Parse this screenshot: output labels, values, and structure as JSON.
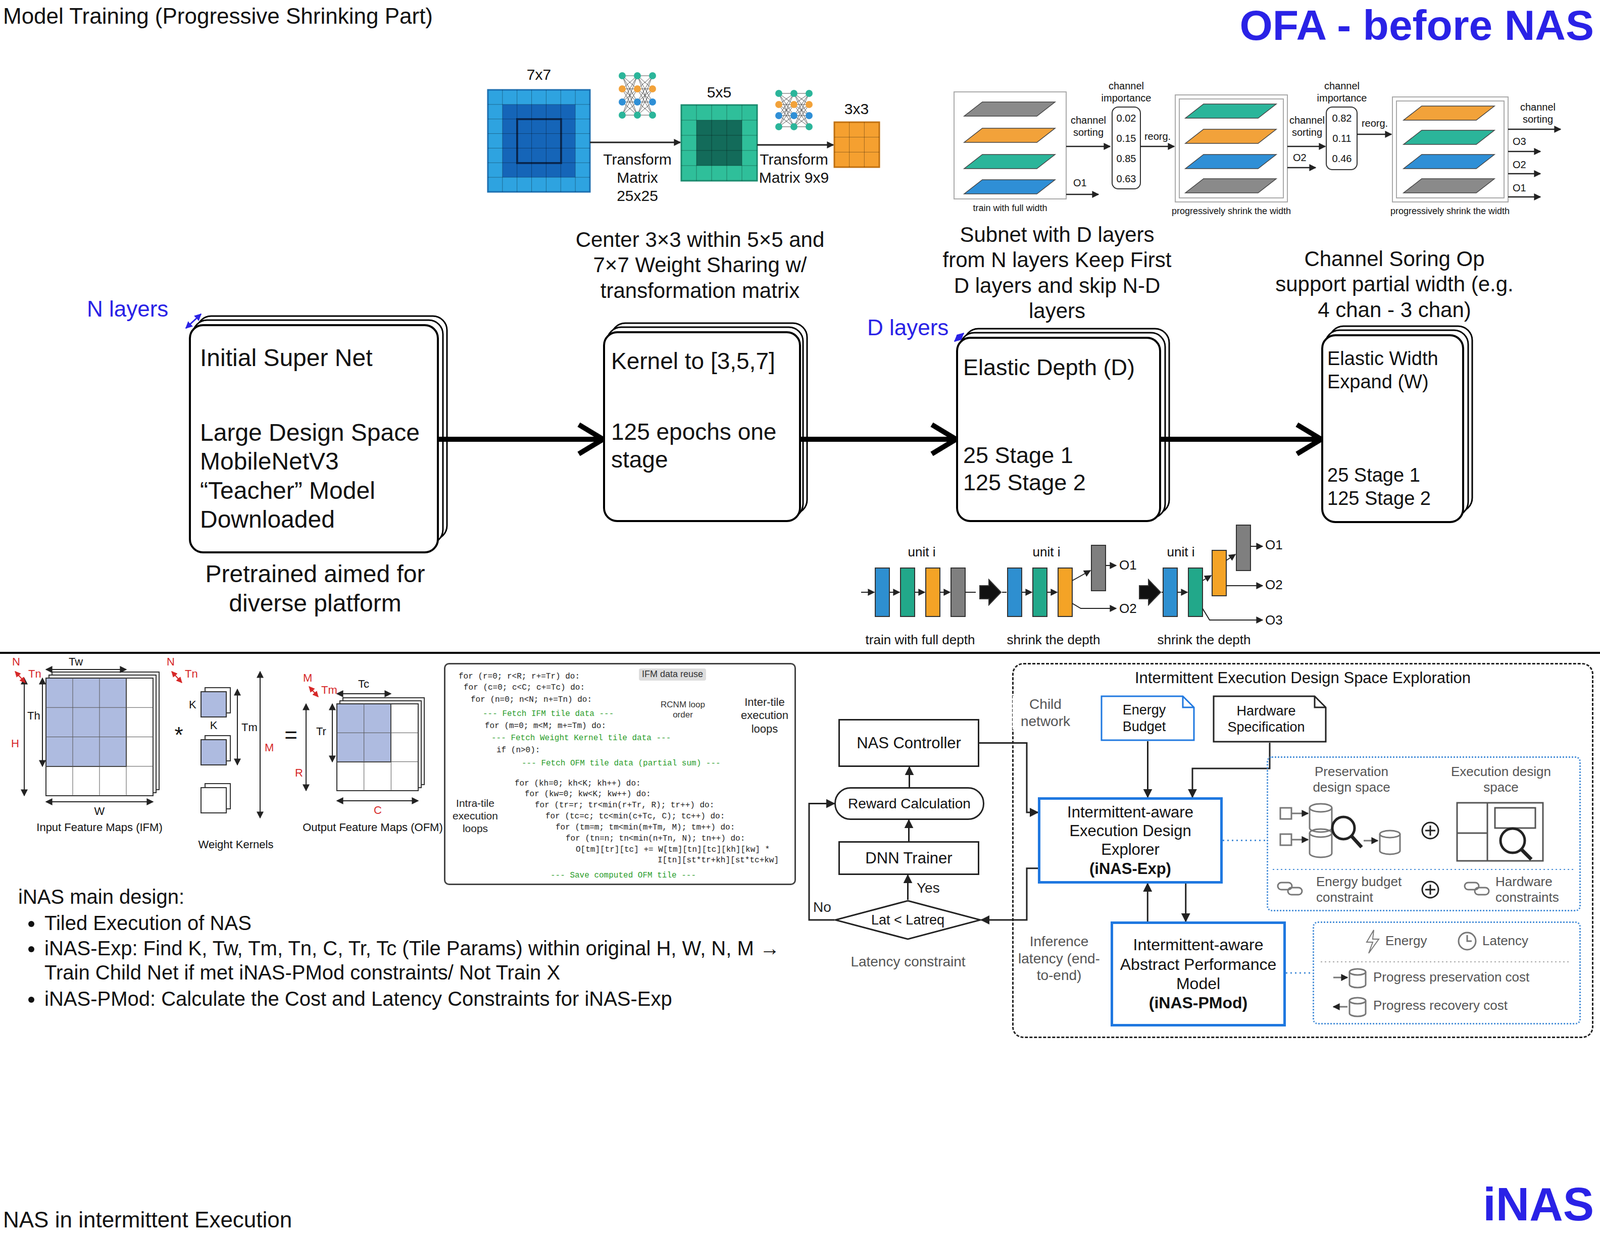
{
  "diagram": {
    "title": "OFA - before NAS",
    "nodes": [
      {
        "text": [
          "Initial Super Net",
          "Large Design Space",
          "MobileNetV3",
          "“Teacher” Model",
          "Downloaded"
        ]
      },
      {
        "text": [
          "Kernel to [3,5,7]",
          "125 epochs one stage"
        ]
      },
      {
        "text": [
          "Elastic Depth (D)",
          "25 Stage 1",
          "125 Stage 2"
        ]
      },
      {
        "text": [
          "Elastic Width Expand (W)",
          "25 Stage 1",
          "125 Stage 2"
        ]
      },
      {
        "text": [
          "for (r=0; r<R; r+=Tr) do:",
          "for (c=0; c<C; c+=Tc) do:",
          "for (n=0; n<N; n+=Tn) do:",
          "--- Fetch IFM tile data ---",
          "for (m=0; m<M; m+=Tm) do:",
          "--- Fetch Weight Kernel tile data ---",
          "if (n>0):",
          "--- Fetch OFM tile data (partial sum) ---",
          "for (kh=0; kh<K; kh++) do:",
          "for (kw=0; kw<K; kw++) do:",
          "for (tr=r; tr<min(r+Tr, R); tr++) do:",
          "for (tc=c; tc<min(c+Tc, C); tc++) do:",
          "for (tm=m; tm<min(m+Tm, M); tm++) do:",
          "for (tn=n; tn<min(n+Tn, N); tn++) do:",
          "O[tm][tr][tc] += W[tm][tn][tc][kh][kw] *",
          "I[tn][st*tr+kh][st*tc+kw]",
          "--- Save computed OFM tile ---",
          "IFM data reuse",
          "RCNM loop order",
          "Inter-tile execution loops",
          "Intra-tile execution loops"
        ]
      },
      {
        "text": [
          "NAS Controller"
        ]
      },
      {
        "text": [
          "Reward Calculation"
        ]
      },
      {
        "text": [
          "DNN Trainer"
        ]
      },
      {
        "text": [
          "Lat < Latreq"
        ]
      },
      {
        "text": [
          "Intermittent Execution Design Space Exploration"
        ]
      },
      {
        "text": [
          "Energy Budget"
        ],
        "in": 9
      },
      {
        "text": [
          "Hardware Specification"
        ],
        "in": 9
      },
      {
        "text": [
          "Intermittent-aware Execution Design Explorer",
          "(iNAS-Exp)"
        ],
        "in": 9
      },
      {
        "text": [
          "Intermittent-aware Abstract Performance Model",
          "(iNAS-PMod)"
        ],
        "in": 9
      },
      {
        "text": [
          "Preservation design space",
          "Execution design space",
          "Energy budget constraint",
          "Hardware constraints"
        ],
        "in": 9
      },
      {
        "text": [
          "Energy",
          "Latency",
          "Progress preservation cost",
          "Progress recovery cost"
        ],
        "in": 9
      }
    ],
    "edges": [
      {
        "from": 0,
        "to": 1,
        "arrow": "to"
      },
      {
        "from": 1,
        "to": 2,
        "arrow": "to"
      },
      {
        "from": 2,
        "to": 3,
        "arrow": "to"
      },
      {
        "from": 5,
        "to": 12,
        "arrow": "to",
        "label": "Child network"
      },
      {
        "from": 12,
        "to": 8,
        "arrow": "to",
        "label": "Inference latency (end-to-end)"
      },
      {
        "from": 8,
        "to": 7,
        "arrow": "to",
        "label": "Yes"
      },
      {
        "from": 7,
        "to": 6,
        "arrow": "to"
      },
      {
        "from": 6,
        "to": 5,
        "arrow": "to"
      },
      {
        "from": 8,
        "to": 6,
        "arrow": "to",
        "label": "No"
      },
      {
        "from": 10,
        "to": 12,
        "arrow": "to"
      },
      {
        "from": 11,
        "to": 12,
        "arrow": "to"
      },
      {
        "from": 12,
        "to": 13,
        "arrow": "to"
      },
      {
        "from": 13,
        "to": 12,
        "arrow": "to"
      },
      {
        "from": 12,
        "to": 14,
        "arrow": "none"
      },
      {
        "from": 13,
        "to": 15,
        "arrow": "none"
      }
    ],
    "labels": [
      "Model Training (Progressive Shrinking Part)",
      "N layers",
      "Pretrained aimed for diverse platform",
      "7x7",
      "5x5",
      "3x3",
      "Transform Matrix 25x25",
      "Transform Matrix 9x9",
      "Center 3×3 within 5×5 and 7×7 Weight Sharing w/ transformation matrix",
      "D layers",
      "Subnet with D layers from N layers Keep First D layers and skip N-D layers",
      "Channel Soring Op support partial width (e.g. 4 chan - 3 chan)",
      "channel importance",
      "0.02",
      "0.15",
      "0.85",
      "0.63",
      "channel sorting",
      "reorg.",
      "O1",
      "train with full width",
      "channel importance",
      "0.82",
      "0.11",
      "0.46",
      "channel sorting",
      "reorg.",
      "O2",
      "progressively shrink the width",
      "channel sorting",
      "O3",
      "O2",
      "O1",
      "progressively shrink the width",
      "unit i",
      "unit i",
      "O1",
      "O2",
      "unit i",
      "O1",
      "O2",
      "O3",
      "train with full depth",
      "shrink the depth",
      "shrink the depth",
      "N",
      "Tn",
      "Tw",
      "Th",
      "H",
      "W",
      "Input Feature Maps (IFM)",
      "*",
      "N",
      "Tn",
      "K",
      "K",
      "Tm",
      "M",
      "Weight Kernels",
      "=",
      "M",
      "Tm",
      "Tc",
      "Tr",
      "R",
      "C",
      "Output Feature Maps (OFM)",
      "Latency constraint",
      "iNAS main design:",
      "Tiled Execution of NAS",
      "iNAS-Exp: Find K, Tw, Tm, Tn, C, Tr, Tc (Tile Params) within original H, W, N, M → Train Child Net if met iNAS-PMod constraints/ Not Train X",
      "iNAS-PMod: Calculate the Cost and Latency Constraints for iNAS-Exp",
      "NAS in intermittent Execution",
      "iNAS"
    ]
  }
}
